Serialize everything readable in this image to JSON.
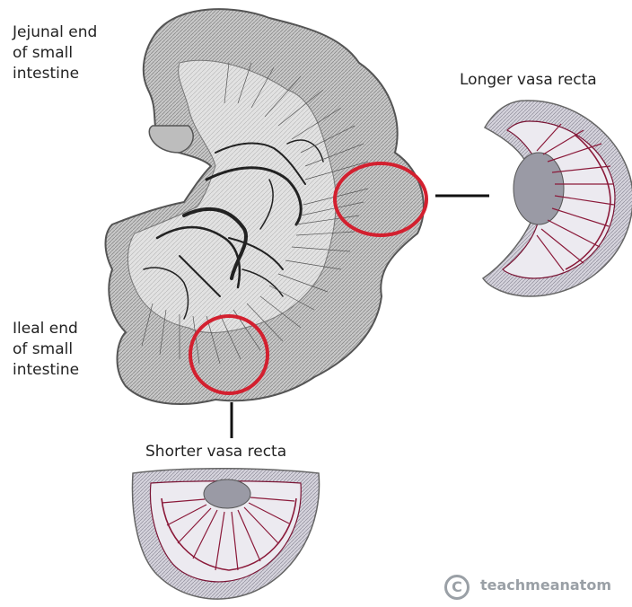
{
  "labels": {
    "jejunal": [
      "Jejunal end",
      "of small",
      "intestine"
    ],
    "ileal": [
      "Ileal end",
      "of small",
      "intestine"
    ],
    "longer": "Longer vasa recta",
    "shorter": "Shorter vasa recta"
  },
  "watermark": {
    "symbol": "C",
    "text": "teachmeanatom"
  },
  "colors": {
    "highlight_circle": "#d3202f",
    "vessel": "#8b1a3a",
    "tissue": "#c9c9c9",
    "outline": "#555555",
    "mesentery": "#e6e6e6"
  }
}
